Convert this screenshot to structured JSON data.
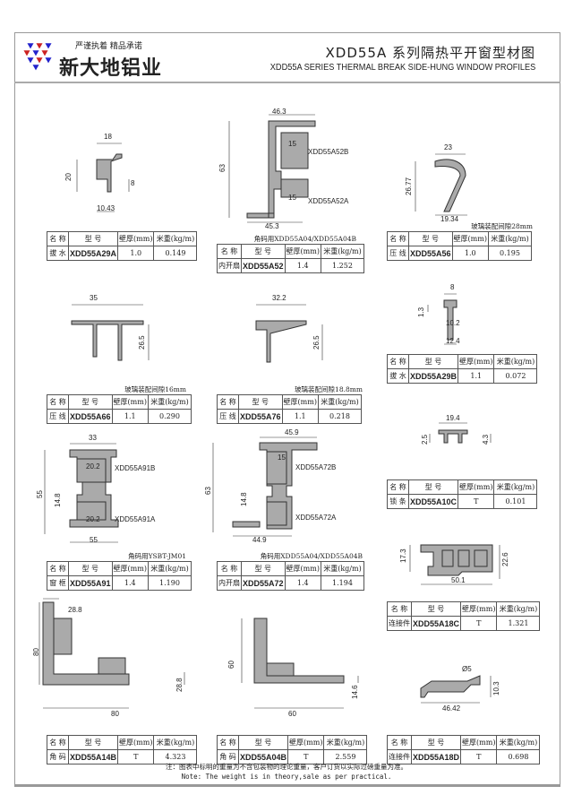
{
  "header": {
    "slogan": "严谨执着 精品承诺",
    "brand": "新大地铝业",
    "title": "XDD55A 系列隔热平开窗型材图",
    "subtitle": "XDD55A  SERIES THERMAL BREAK SIDE-HUNG WINDOW PROFILES"
  },
  "columns": [
    "名 称",
    "型 号",
    "壁厚(mm)",
    "米重(kg/m)"
  ],
  "profiles": [
    {
      "name": "拔 水",
      "model": "XDD55A29A",
      "thickness": "1.0",
      "weight": "0.149"
    },
    {
      "name": "内开扇",
      "model": "XDD55A52",
      "thickness": "1.4",
      "weight": "1.252",
      "caption": "角码用XDD55A04/XDD55A04B"
    },
    {
      "name": "压 线",
      "model": "XDD55A56",
      "thickness": "1.0",
      "weight": "0.195",
      "caption": "玻璃装配间隙28mm"
    },
    {
      "name": "拔 水",
      "model": "XDD55A29B",
      "thickness": "1.1",
      "weight": "0.072"
    },
    {
      "name": "压 线",
      "model": "XDD55A66",
      "thickness": "1.1",
      "weight": "0.290",
      "caption": "玻璃装配间隙16mm"
    },
    {
      "name": "压 线",
      "model": "XDD55A76",
      "thickness": "1.1",
      "weight": "0.218",
      "caption": "玻璃装配间隙18.8mm"
    },
    {
      "name": "锁 条",
      "model": "XDD55A10C",
      "thickness": "T",
      "weight": "0.101"
    },
    {
      "name": "窗 框",
      "model": "XDD55A91",
      "thickness": "1.4",
      "weight": "1.190",
      "caption": "角码用YSBT-JM01"
    },
    {
      "name": "内开扇",
      "model": "XDD55A72",
      "thickness": "1.4",
      "weight": "1.194",
      "caption": "角码用XDD55A04/XDD55A04B"
    },
    {
      "name": "连接件",
      "model": "XDD55A18C",
      "thickness": "T",
      "weight": "1.321"
    },
    {
      "name": "角 码",
      "model": "XDD55A14B",
      "thickness": "T",
      "weight": "4.323"
    },
    {
      "name": "角 码",
      "model": "XDD55A04B",
      "thickness": "T",
      "weight": "2.559"
    },
    {
      "name": "连接件",
      "model": "XDD55A18D",
      "thickness": "T",
      "weight": "0.698"
    }
  ],
  "dims": {
    "a29a": [
      "18",
      "20",
      "8",
      "10.43"
    ],
    "a52": [
      "46.3",
      "63",
      "15",
      "XDD55A52B",
      "15",
      "XDD55A52A",
      "45.3"
    ],
    "a56": [
      "23",
      "26.77",
      "19.34"
    ],
    "a66": [
      "35",
      "26.5"
    ],
    "a76": [
      "32.2",
      "26.5"
    ],
    "a29b": [
      "8",
      "1.3",
      "10.2",
      "12.4"
    ],
    "a91": [
      "33",
      "20.2",
      "XDD55A91B",
      "55",
      "14.8",
      "20.2",
      "XDD55A91A",
      "55"
    ],
    "a72": [
      "45.9",
      "63",
      "15",
      "XDD55A72B",
      "14.8",
      "XDD55A72A",
      "44.9"
    ],
    "a10c": [
      "19.4",
      "2.5",
      "4.3"
    ],
    "a18c": [
      "17.3",
      "22.6",
      "50.1"
    ],
    "a14b": [
      "28.8",
      "80",
      "28.8",
      "80"
    ],
    "a04b": [
      "60",
      "14.6",
      "60"
    ],
    "a18d": [
      "Ø5",
      "10.3",
      "46.42"
    ]
  },
  "note": {
    "cn": "注：图表中标明的重量为不含包装物的理论重量，客户订货以实际过磅重量为准。",
    "en": "Note: The weight is in theory,sale as per practical."
  }
}
